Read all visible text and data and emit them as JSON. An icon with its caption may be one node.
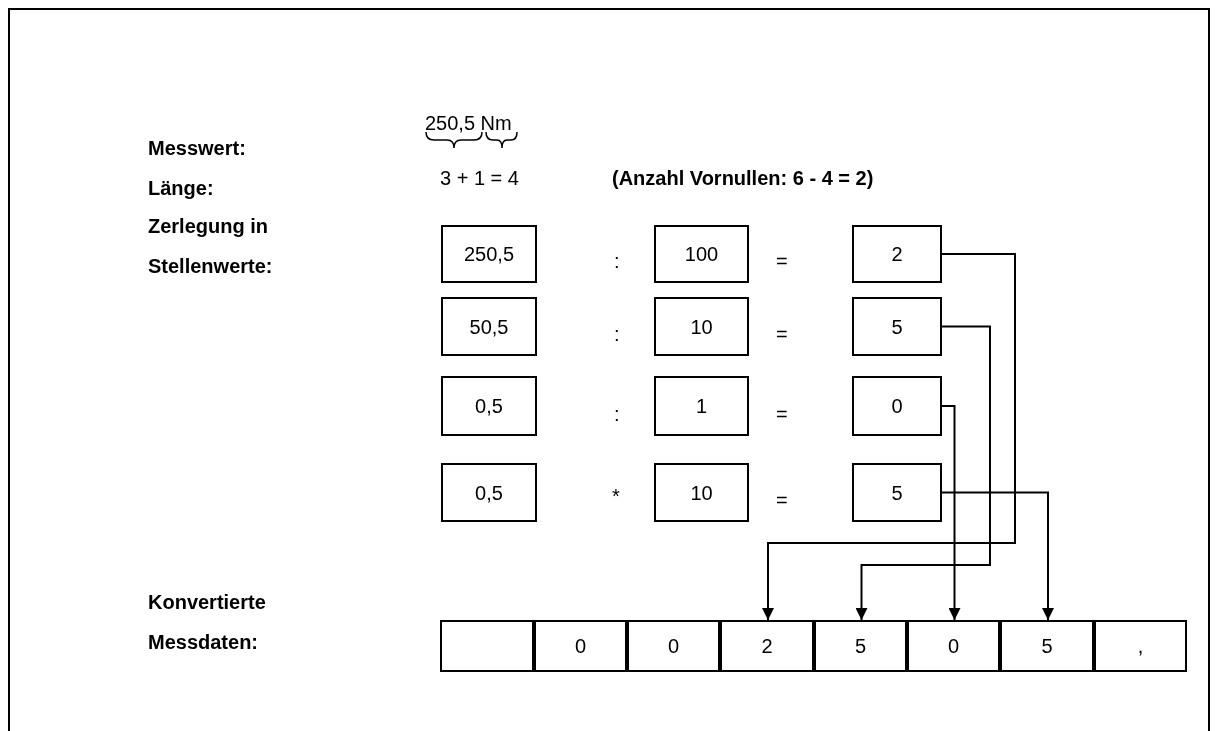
{
  "diagram": {
    "nodes": [
      {
        "text": [
          "250,5"
        ]
      },
      {
        "text": [
          "100"
        ]
      },
      {
        "text": [
          "2"
        ]
      },
      {
        "text": [
          "50,5"
        ]
      },
      {
        "text": [
          "10"
        ]
      },
      {
        "text": [
          "5"
        ]
      },
      {
        "text": [
          "0,5"
        ]
      },
      {
        "text": [
          "1"
        ]
      },
      {
        "text": [
          "0"
        ]
      },
      {
        "text": [
          "0,5"
        ]
      },
      {
        "text": [
          "10"
        ]
      },
      {
        "text": [
          "5"
        ]
      },
      {
        "text": [],
        "shape": "box"
      },
      {
        "text": [
          "0"
        ]
      },
      {
        "text": [
          "0"
        ]
      },
      {
        "text": [
          "2"
        ]
      },
      {
        "text": [
          "5"
        ]
      },
      {
        "text": [
          "0"
        ]
      },
      {
        "text": [
          "5"
        ]
      },
      {
        "text": [
          ","
        ]
      }
    ],
    "edges": [
      {
        "from": 2,
        "to": 15,
        "arrow": "to"
      },
      {
        "from": 5,
        "to": 16,
        "arrow": "to"
      },
      {
        "from": 8,
        "to": 17,
        "arrow": "to"
      },
      {
        "from": 11,
        "to": 18,
        "arrow": "to"
      }
    ],
    "labels": [
      "Messwert:",
      "250,5 Nm",
      "Länge:",
      "3 + 1 = 4",
      "(Anzahl Vornullen: 6 - 4 = 2)",
      "Zerlegung in Stellenwerte:",
      ":",
      "=",
      ":",
      "=",
      ":",
      "=",
      "*",
      "=",
      "Konvertierte Messdaten:"
    ]
  }
}
